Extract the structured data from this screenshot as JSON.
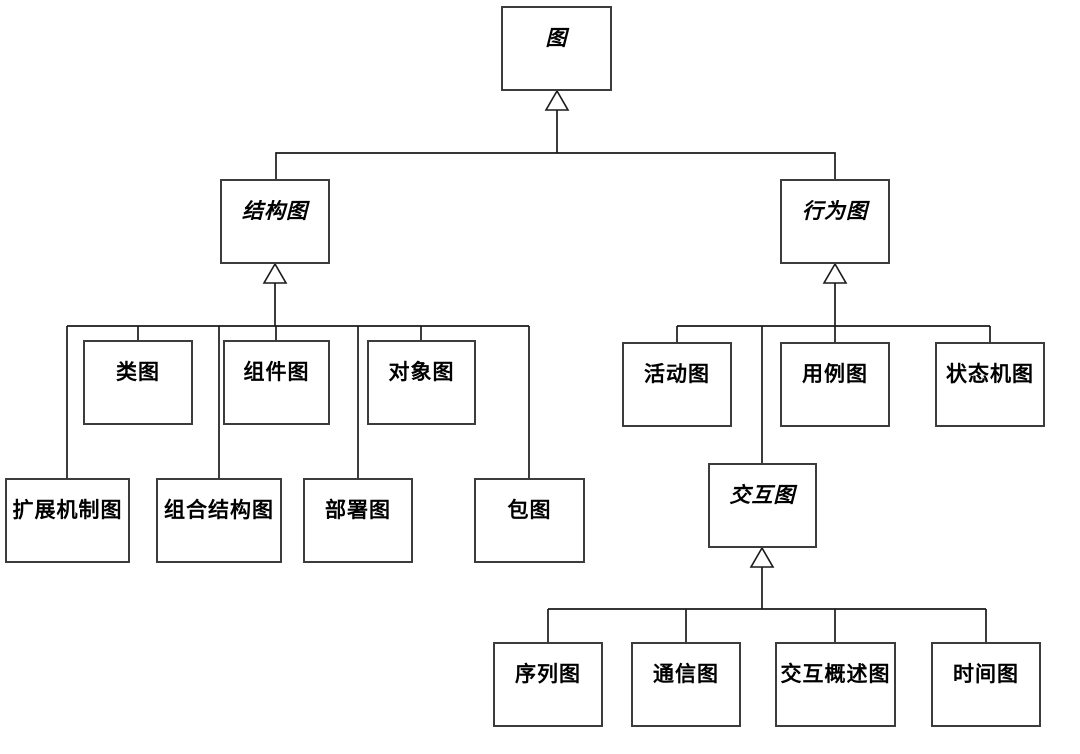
{
  "diagram": {
    "nodes": {
      "root": {
        "label": "图"
      },
      "structure": {
        "label": "结构图"
      },
      "behavior": {
        "label": "行为图"
      },
      "class": {
        "label": "类图"
      },
      "component": {
        "label": "组件图"
      },
      "object": {
        "label": "对象图"
      },
      "extension": {
        "label": "扩展机制图"
      },
      "composite": {
        "label": "组合结构图"
      },
      "deployment": {
        "label": "部署图"
      },
      "package": {
        "label": "包图"
      },
      "activity": {
        "label": "活动图"
      },
      "usecase": {
        "label": "用例图"
      },
      "statemachine": {
        "label": "状态机图"
      },
      "interaction": {
        "label": "交互图"
      },
      "sequence": {
        "label": "序列图"
      },
      "communication": {
        "label": "通信图"
      },
      "interaction_overview": {
        "label": "交互概述图"
      },
      "timing": {
        "label": "时间图"
      }
    }
  }
}
